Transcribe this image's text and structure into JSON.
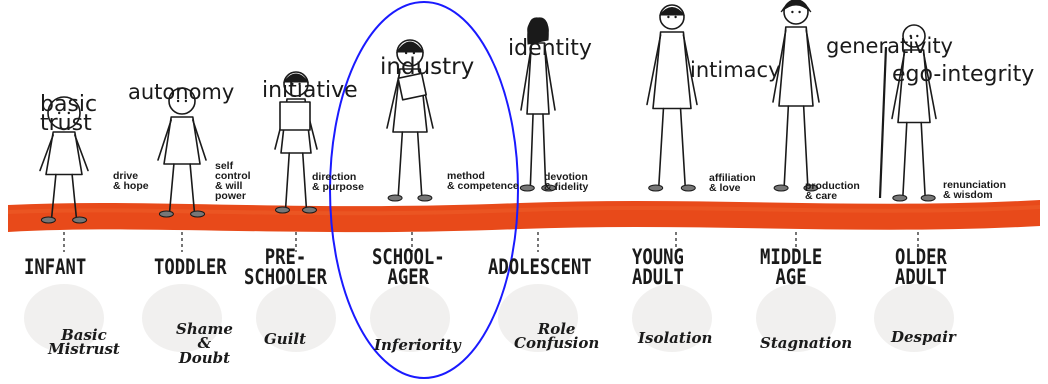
{
  "colors": {
    "band": "#e84a1a",
    "band_light": "#f06a35",
    "ink": "#1a1a1a",
    "highlight_ellipse": "#1a1aff",
    "ghost_shadow": "#e6e4e2"
  },
  "stages": [
    {
      "virtue": [
        "basic",
        "trust"
      ],
      "strength": [
        "drive",
        "& hope"
      ],
      "stage": [
        "INFANT"
      ],
      "crisis": [
        "Basic",
        "Mistrust"
      ]
    },
    {
      "virtue": [
        "autonomy"
      ],
      "strength": [
        "self",
        "control",
        "& will",
        "power"
      ],
      "stage": [
        "TODDLER"
      ],
      "crisis": [
        "Shame",
        "&",
        "Doubt"
      ]
    },
    {
      "virtue": [
        "initiative"
      ],
      "strength": [
        "direction",
        "& purpose"
      ],
      "stage": [
        "PRE-",
        "SCHOOLER"
      ],
      "crisis": [
        "Guilt"
      ]
    },
    {
      "virtue": [
        "industry"
      ],
      "strength": [
        "method",
        "& competence"
      ],
      "stage": [
        "SCHOOL-",
        "AGER"
      ],
      "crisis": [
        "Inferiority"
      ]
    },
    {
      "virtue": [
        "identity"
      ],
      "strength": [
        "devotion",
        "& fidelity"
      ],
      "stage": [
        "ADOLESCENT"
      ],
      "crisis": [
        "Role",
        "Confusion"
      ]
    },
    {
      "virtue": [
        "intimacy"
      ],
      "strength": [
        "affiliation",
        "& love"
      ],
      "stage": [
        "YOUNG",
        "ADULT"
      ],
      "crisis": [
        "Isolation"
      ]
    },
    {
      "virtue": [
        "generativity"
      ],
      "strength": [
        "production",
        "& care"
      ],
      "stage": [
        "MIDDLE",
        "AGE"
      ],
      "crisis": [
        "Stagnation"
      ]
    },
    {
      "virtue": [
        "ego-integrity"
      ],
      "strength": [
        "renunciation",
        "& wisdom"
      ],
      "stage": [
        "OLDER",
        "ADULT"
      ],
      "crisis": [
        "Despair"
      ]
    }
  ],
  "highlighted_stage": 3
}
